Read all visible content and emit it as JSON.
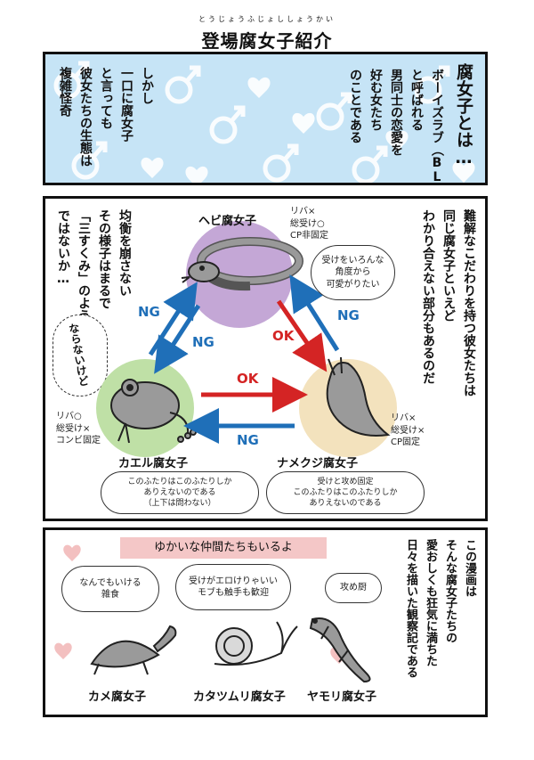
{
  "page_title": "登場腐女子紹介",
  "page_title_ruby": "とうじょうふじょししょうかい",
  "intro": {
    "heading": "腐女子とは…",
    "lines_right": [
      "ボーイズラブ（BL）",
      "と呼ばれる",
      "男同士の恋愛を",
      "好む女たち",
      "のことである"
    ],
    "lines_left": [
      "しかし",
      "一口に腐女子",
      "と言っても",
      "彼女たちの生態は",
      "複雑怪奇"
    ]
  },
  "triangle": {
    "narration_right": [
      "難解なこだわりを持つ彼女たちは",
      "同じ腐女子といえど",
      "わかり合えない部分もあるのだ"
    ],
    "narration_left": [
      "均衡を崩さない",
      "その様子はまるで",
      "「三すくみ」のよう",
      "ではないか…"
    ],
    "aside": "ならないけど",
    "snake": {
      "name": "ヘビ腐女子",
      "traits": "リバ×\n総受け○\nCP非固定",
      "bubble": "受けをいろんな\n角度から\n可愛がりたい"
    },
    "frog": {
      "name": "カエル腐女子",
      "traits": "リバ○\n総受け×\nコンビ固定",
      "bubble": "このふたりはこのふたりしか\nありえないのである\n（上下は問わない）"
    },
    "slug": {
      "name": "ナメクジ腐女子",
      "traits": "リバ×\n総受け×\nCP固定",
      "bubble": "受けと攻め固定\nこのふたりはこのふたりしか\nありえないのである"
    },
    "labels": {
      "frog_to_snake": "NG",
      "snake_to_frog": "NG",
      "snake_to_slug": "NG",
      "snake_slug_ok": "OK",
      "frog_to_slug": "OK",
      "slug_to_frog": "NG"
    }
  },
  "friends": {
    "banner": "ゆかいな仲間たちもいるよ",
    "narration": [
      "この漫画は",
      "そんな腐女子たちの",
      "愛おしくも狂気に満ちた",
      "日々を描いた観察記である"
    ],
    "turtle": {
      "name": "カメ腐女子",
      "bubble": "なんでもいける\n雑食"
    },
    "snail": {
      "name": "カタツムリ腐女子",
      "bubble": "受けがエロけりゃいい\nモブも触手も歓迎"
    },
    "gecko": {
      "name": "ヤモリ腐女子",
      "bubble": "攻め厨"
    }
  },
  "colors": {
    "sky": "#c6e4f6",
    "snake_bg": "#c4a7d6",
    "frog_bg": "#bfe0a6",
    "slug_bg": "#f3e2bd",
    "ng_blue": "#1f6fb8",
    "ok_red": "#d42424",
    "banner_pink": "#f4c7c7"
  }
}
